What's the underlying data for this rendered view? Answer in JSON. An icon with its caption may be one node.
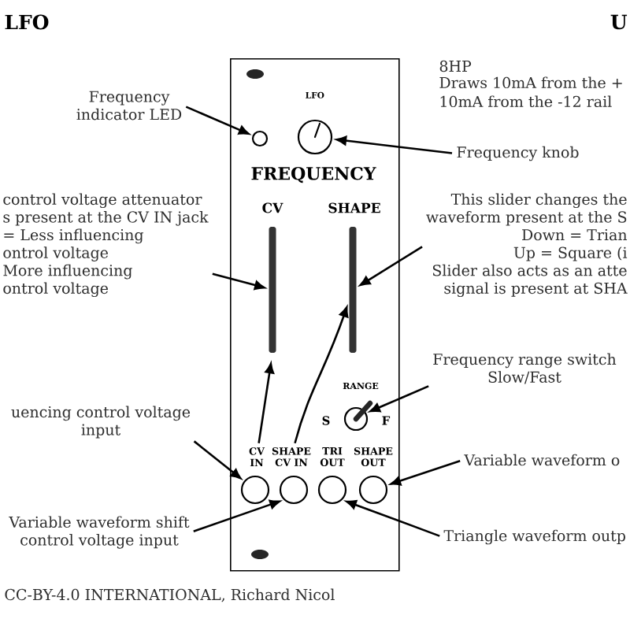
{
  "diagram": {
    "title": "LFO",
    "nodes": [
      {
        "text": [
          "LFO"
        ]
      },
      {
        "text": [],
        "shape": "circle",
        "in": 0
      },
      {
        "text": [],
        "shape": "circle",
        "in": 0,
        "beside": [
          "FREQUENCY"
        ]
      },
      {
        "text": [],
        "shape": "bar",
        "in": 0,
        "beside": [
          "CV"
        ]
      },
      {
        "text": [],
        "shape": "bar",
        "in": 0,
        "beside": [
          "SHAPE"
        ]
      },
      {
        "text": [],
        "shape": "circle",
        "in": 0,
        "beside": [
          "RANGE",
          "S",
          "F"
        ]
      },
      {
        "text": [
          "CV IN"
        ],
        "in": 0
      },
      {
        "text": [
          "SHAPE CV IN"
        ],
        "in": 0
      },
      {
        "text": [],
        "shape": "circle",
        "in": 0
      },
      {
        "text": [],
        "shape": "circle",
        "in": 0
      },
      {
        "text": [],
        "shape": "circle",
        "in": 0,
        "beside": [
          "TRI OUT"
        ]
      },
      {
        "text": [],
        "shape": "circle",
        "in": 0,
        "beside": [
          "SHAPE OUT"
        ]
      },
      {
        "text": [
          "Frequency indicator LED"
        ]
      },
      {
        "text": [
          "Frequency knob"
        ]
      },
      {
        "text": [
          "control voltage attenuator s present at the CV IN jack = Less influencing ontrol voltage More influencing ontrol voltage"
        ]
      },
      {
        "text": [
          "This slider changes the waveform present at the S Down = Trian Up = Square (i Slider also acts as an atte signal is present at SHA"
        ]
      },
      {
        "text": [
          "Frequency range switch Slow/Fast"
        ]
      },
      {
        "text": [
          "uencing control voltage input"
        ]
      },
      {
        "text": [
          "Variable waveform o"
        ]
      },
      {
        "text": [
          "Variable waveform shift control voltage input"
        ]
      },
      {
        "text": [
          "Triangle waveform outp"
        ]
      }
    ],
    "edges": [
      {
        "from": 12,
        "to": 1,
        "arrow": "to"
      },
      {
        "from": 13,
        "to": 2,
        "arrow": "to"
      },
      {
        "from": 14,
        "to": 3,
        "arrow": "to"
      },
      {
        "from": 15,
        "to": 4,
        "arrow": "to"
      },
      {
        "from": 6,
        "to": 3,
        "arrow": "to"
      },
      {
        "from": 7,
        "to": 4,
        "arrow": "to"
      },
      {
        "from": 16,
        "to": 5,
        "arrow": "to"
      },
      {
        "from": 17,
        "to": 8,
        "arrow": "to"
      },
      {
        "from": 18,
        "to": 11,
        "arrow": "to"
      },
      {
        "from": 19,
        "to": 9,
        "arrow": "to"
      },
      {
        "from": 20,
        "to": 10,
        "arrow": "to"
      }
    ],
    "labels": [
      "U",
      "8HP",
      "Draws 10mA from the + 10mA from the -12 rail",
      "CC-BY-4.0 INTERNATIONAL, Richard Nicol"
    ]
  }
}
